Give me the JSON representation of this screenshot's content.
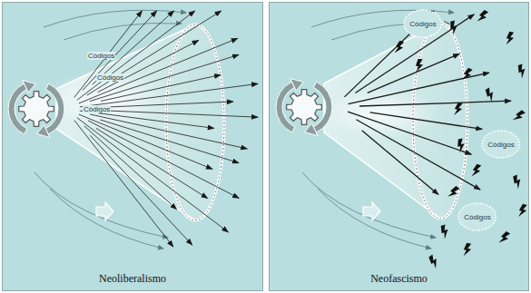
{
  "diagram": {
    "nodes": [
      {
        "text": [
          "Neoliberalismo"
        ]
      },
      {
        "text": [
          "Neofascismo"
        ]
      },
      {
        "text": [
          "Códigos"
        ],
        "in": 1
      },
      {
        "text": [
          "Códigos"
        ],
        "in": 1
      },
      {
        "text": [
          "Códigos"
        ],
        "in": 1
      }
    ],
    "labels": [
      "Códigos",
      "Códigos",
      "Códigos"
    ]
  }
}
